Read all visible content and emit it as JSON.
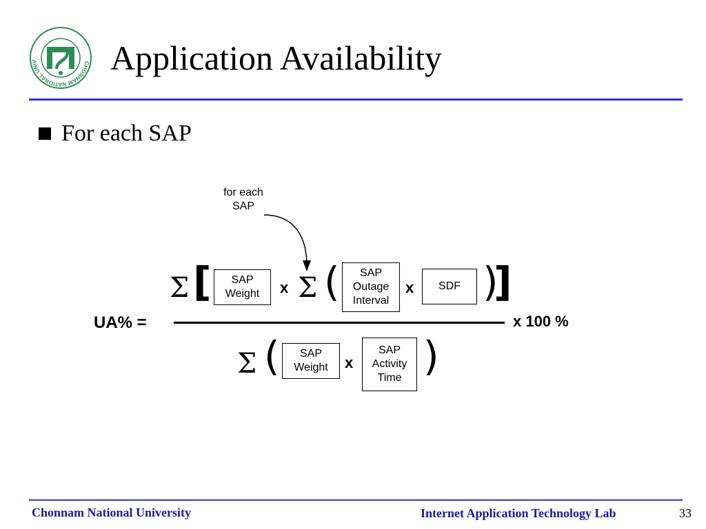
{
  "slide": {
    "title": "Application Availability",
    "bullet": "For each SAP",
    "page_number": "33"
  },
  "logo": {
    "ring_text": "CHONNAM NATIONAL UNIVERSITY",
    "colors": {
      "green": "#2e8b57",
      "ring": "#2e8b57"
    }
  },
  "formula": {
    "annotation_line1": "for each",
    "annotation_line2": "SAP",
    "lhs": "UA% =",
    "sigma": "Σ",
    "times": "x",
    "left_bracket": "[",
    "right_bracket": "]",
    "left_paren": "(",
    "right_paren": ")",
    "multiplier": "x 100 %",
    "numerator": {
      "weight_box": [
        "SAP",
        "Weight"
      ],
      "outage_box": [
        "SAP",
        "Outage",
        "Interval"
      ],
      "sdf_box": [
        "SDF"
      ]
    },
    "denominator": {
      "weight_box": [
        "SAP",
        "Weight"
      ],
      "activity_box": [
        "SAP",
        "Activity",
        "Time"
      ]
    }
  },
  "footer": {
    "left": "Chonnam National University",
    "right": "Internet Application Technology Lab"
  },
  "colors": {
    "accent": "#3333cc",
    "footer_text": "#1a1a99"
  }
}
